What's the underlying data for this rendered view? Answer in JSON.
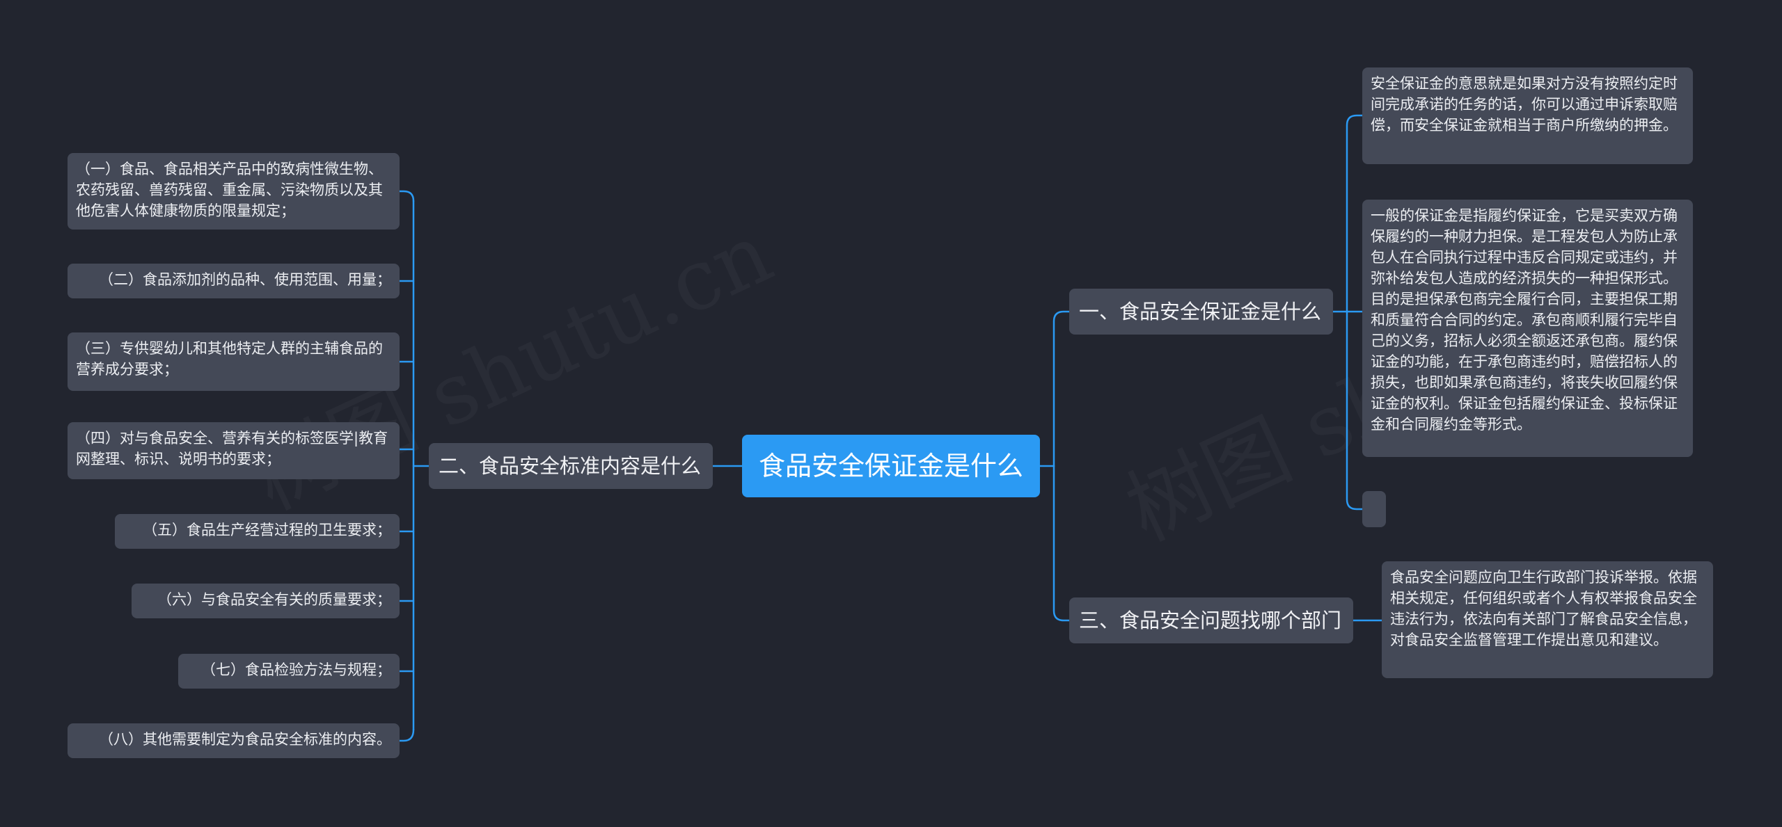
{
  "colors": {
    "background": "#22252f",
    "root": "#2b9af3",
    "node": "#444957",
    "connector": "#2b9af3"
  },
  "watermark": {
    "left": "树图 shutu.cn",
    "right": "树图 shu"
  },
  "root": {
    "label": "食品安全保证金是什么"
  },
  "branches": [
    {
      "label": "一、食品安全保证金是什么",
      "children": [
        "安全保证金的意思就是如果对方没有按照约定时间完成承诺的任务的话，你可以通过申诉索取赔偿，而安全保证金就相当于商户所缴纳的押金。",
        "一般的保证金是指履约保证金，它是买卖双方确保履约的一种财力担保。是工程发包人为防止承包人在合同执行过程中违反合同规定或违约，并弥补给发包人造成的经济损失的一种担保形式。目的是担保承包商完全履行合同，主要担保工期和质量符合合同的约定。承包商顺利履行完毕自己的义务，招标人必须全额返还承包商。履约保证金的功能，在于承包商违约时，赔偿招标人的损失，也即如果承包商违约，将丧失收回履约保证金的权利。保证金包括履约保证金、投标保证金和合同履约金等形式。",
        ""
      ]
    },
    {
      "label": "二、食品安全标准内容是什么",
      "children": [
        "（一）食品、食品相关产品中的致病性微生物、农药残留、兽药残留、重金属、污染物质以及其他危害人体健康物质的限量规定；",
        "（二）食品添加剂的品种、使用范围、用量；",
        "（三）专供婴幼儿和其他特定人群的主辅食品的营养成分要求；",
        "（四）对与食品安全、营养有关的标签医学|教育网整理、标识、说明书的要求；",
        "（五）食品生产经营过程的卫生要求；",
        "（六）与食品安全有关的质量要求；",
        "（七）食品检验方法与规程；",
        "（八）其他需要制定为食品安全标准的内容。"
      ]
    },
    {
      "label": "三、食品安全问题找哪个部门",
      "children": [
        "食品安全问题应向卫生行政部门投诉举报。依据相关规定，任何组织或者个人有权举报食品安全违法行为，依法向有关部门了解食品安全信息，对食品安全监督管理工作提出意见和建议。"
      ]
    }
  ]
}
